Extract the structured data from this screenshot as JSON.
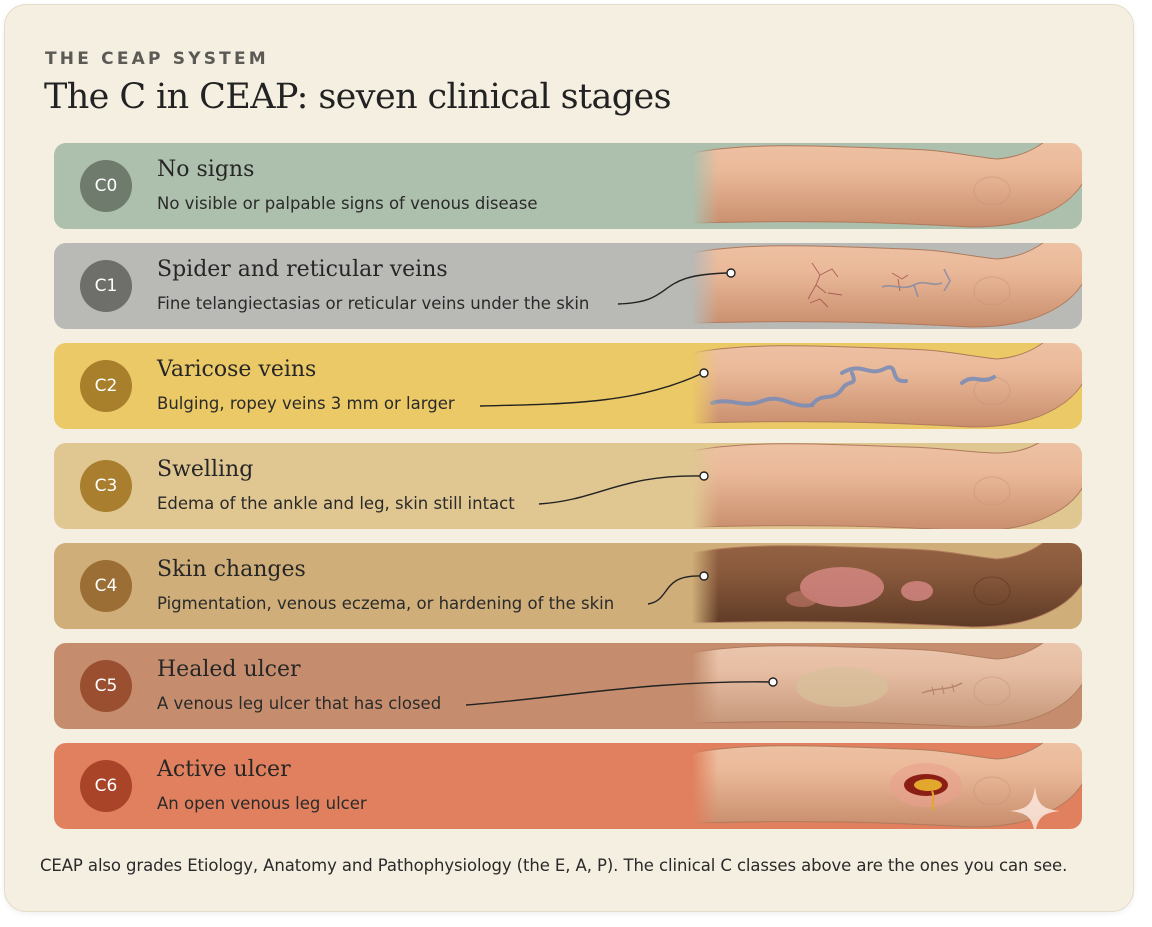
{
  "header": {
    "eyebrow": "THE CEAP SYSTEM",
    "title": "The C in CEAP: seven clinical stages"
  },
  "stages": [
    {
      "code": "C0",
      "title": "No signs",
      "description": "No visible or palpable signs of venous disease",
      "row_color": "#adc0ad",
      "badge_color": "#6f7b6c"
    },
    {
      "code": "C1",
      "title": "Spider and reticular veins",
      "description": "Fine telangiectasias or reticular veins under the skin",
      "row_color": "#b9b9b6",
      "badge_color": "#6e6e6b"
    },
    {
      "code": "C2",
      "title": "Varicose veins",
      "description": "Bulging, ropey veins 3 mm or larger",
      "row_color": "#ebc966",
      "badge_color": "#a87f2a"
    },
    {
      "code": "C3",
      "title": "Swelling",
      "description": "Edema of the ankle and leg, skin still intact",
      "row_color": "#e0c792",
      "badge_color": "#a97f2f"
    },
    {
      "code": "C4",
      "title": "Skin changes",
      "description": "Pigmentation, venous eczema, or hardening of the skin",
      "row_color": "#cfae79",
      "badge_color": "#9a6e35"
    },
    {
      "code": "C5",
      "title": "Healed ulcer",
      "description": "A venous leg ulcer that has closed",
      "row_color": "#c58d6e",
      "badge_color": "#9b4f31"
    },
    {
      "code": "C6",
      "title": "Active ulcer",
      "description": "An open venous leg ulcer",
      "row_color": "#e1805e",
      "badge_color": "#a94428"
    }
  ],
  "footnote": "CEAP also grades Etiology, Anatomy and Pathophysiology (the E, A, P). The clinical C classes above are the ones you can see.",
  "colors": {
    "background": "#f4efe1",
    "skin": "#eec3a6",
    "skin_dark": "#8a5a3d"
  }
}
